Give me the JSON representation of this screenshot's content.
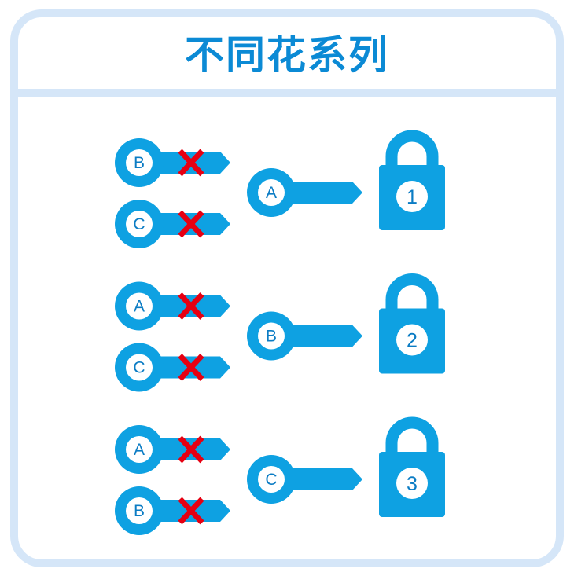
{
  "title": "不同花系列",
  "colors": {
    "key": "#0ea1e2",
    "cross": "#e60012",
    "border": "#d5e6f8",
    "title": "#0b8ad5",
    "label": "#0b7cc4"
  },
  "groups": [
    {
      "wrong_keys": [
        "B",
        "C"
      ],
      "correct_key": "A",
      "lock": "1"
    },
    {
      "wrong_keys": [
        "A",
        "C"
      ],
      "correct_key": "B",
      "lock": "2"
    },
    {
      "wrong_keys": [
        "A",
        "B"
      ],
      "correct_key": "C",
      "lock": "3"
    }
  ]
}
